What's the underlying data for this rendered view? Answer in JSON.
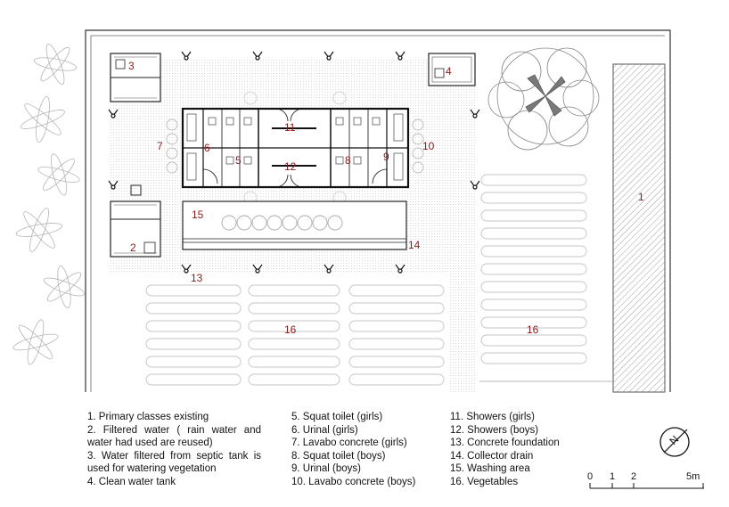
{
  "labels": {
    "n1": "1",
    "n2": "2",
    "n3": "3",
    "n4": "4",
    "n5": "5",
    "n6": "6",
    "n7": "7",
    "n8": "8",
    "n9": "9",
    "n10": "10",
    "n11": "11",
    "n12": "12",
    "n13": "13",
    "n14": "14",
    "n15": "15",
    "n16a": "16",
    "n16b": "16"
  },
  "legend": {
    "col1": [
      "1. Primary classes existing",
      "2. Filtered water ( rain water and",
      "water had used are reused)",
      "3. Water filtered from septic tank is",
      "used for watering vegetation",
      "4. Clean water tank"
    ],
    "col2": [
      "5. Squat toilet (girls)",
      "6. Urinal (girls)",
      "7. Lavabo concrete (girls)",
      "8. Squat toilet (boys)",
      "9. Urinal (boys)",
      "10. Lavabo concrete (boys)"
    ],
    "col3": [
      "11. Showers (girls)",
      "12. Showers (boys)",
      "13. Concrete foundation",
      "14. Collector drain",
      "15. Washing area",
      "16. Vegetables"
    ]
  },
  "scale": {
    "t0": "0",
    "t1": "1",
    "t2": "2",
    "t5": "5m"
  },
  "north": {
    "letter": "N"
  },
  "colors": {
    "label": "#8b1a1a",
    "line": "#222222",
    "hatch": "#9a9a9a"
  }
}
